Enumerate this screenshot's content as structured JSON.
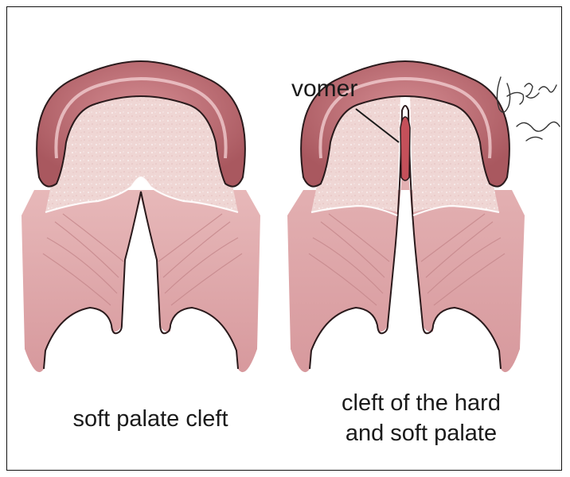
{
  "labels": {
    "vomer": "vomer",
    "left_caption": "soft palate cleft",
    "right_caption_line1": "cleft of the hard",
    "right_caption_line2": "and soft palate"
  },
  "signature_text": "Hilow",
  "colors": {
    "gum_dark": "#a9585f",
    "gum_mid": "#c87c83",
    "gum_light": "#eec5c7",
    "hard_palate": "#f0d8d6",
    "soft_palate": "#dca3a6",
    "soft_palate_dark": "#c98c90",
    "vomer": "#c4505a",
    "outline": "#2a1a1c",
    "text": "#1a1a1a"
  }
}
